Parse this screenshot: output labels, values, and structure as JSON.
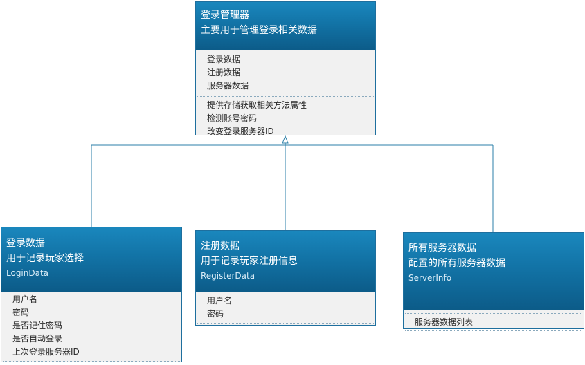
{
  "manager": {
    "title": "登录管理器",
    "subtitle": "主要用于管理登录相关数据",
    "attributes": [
      "登录数据",
      "注册数据",
      "服务器数据"
    ],
    "operations": [
      "提供存储获取相关方法属性",
      "检测账号密码",
      "改变登录服务器ID"
    ]
  },
  "login": {
    "title": "登录数据",
    "subtitle": "用于记录玩家选择",
    "name": "LoginData",
    "attributes": [
      "用户名",
      "密码",
      "是否记住密码",
      "是否自动登录",
      "上次登录服务器ID"
    ]
  },
  "register": {
    "title": "注册数据",
    "subtitle": "用于记录玩家注册信息",
    "name": "RegisterData",
    "attributes": [
      "用户名",
      "密码"
    ]
  },
  "server": {
    "title": "所有服务器数据",
    "subtitle": "配置的所有服务器数据",
    "name": "ServerInfo",
    "attributes": [
      "服务器数据列表"
    ]
  },
  "colors": {
    "header": "#1273a6",
    "border": "#1e6f9e",
    "body": "#f1f1f1",
    "connector": "#2b7fa8"
  }
}
